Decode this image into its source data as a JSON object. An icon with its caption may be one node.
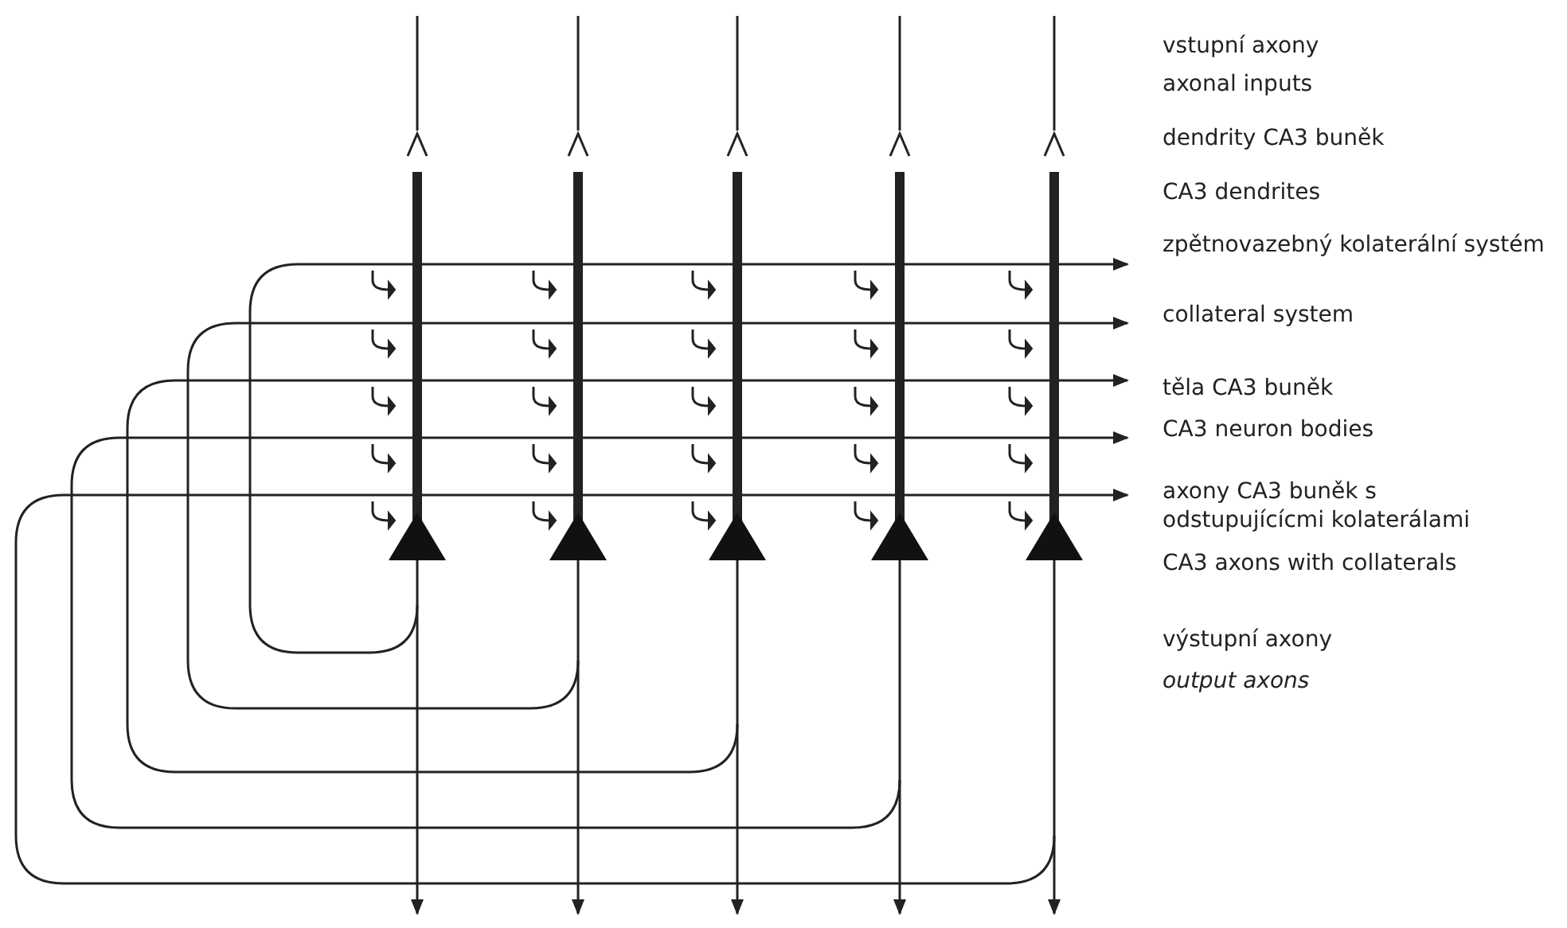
{
  "diagram": {
    "labels": [
      "vstupní axony",
      "axonal inputs",
      "dendrity CA3 buněk",
      "CA3 dendrites",
      "zpětnovazebný kolaterální systém",
      "collateral system",
      "těla CA3 buněk",
      "CA3 neuron bodies",
      "axony CA3 buněk s odstupujícícmi kolaterálami",
      "CA3 axons with collaterals",
      "výstupní axony",
      "output axons"
    ]
  }
}
